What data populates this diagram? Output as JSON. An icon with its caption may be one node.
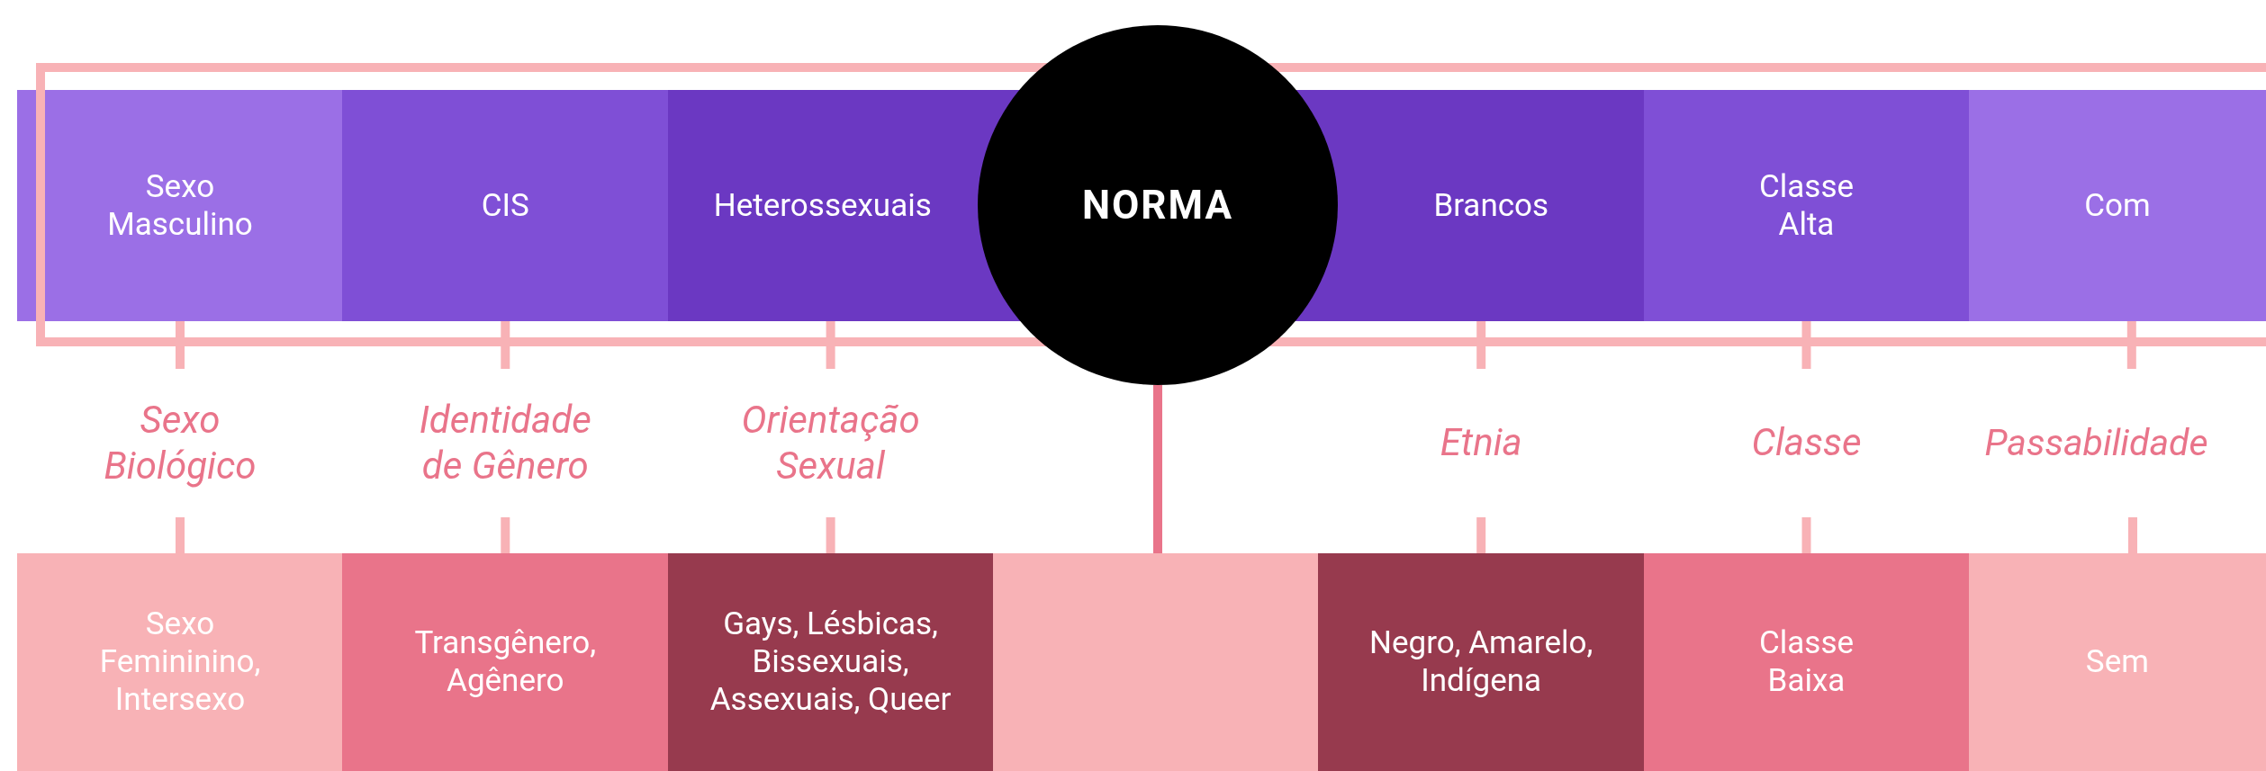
{
  "diagram": {
    "nodes": [
      {
        "text": [
          "Sexo Masculino"
        ]
      },
      {
        "text": [
          "CIS"
        ]
      },
      {
        "text": [
          "Heterossexuais"
        ]
      },
      {
        "text": [
          "NORMA"
        ]
      },
      {
        "text": [
          "Brancos"
        ]
      },
      {
        "text": [
          "Classe Alta"
        ]
      },
      {
        "text": [
          "Com"
        ]
      },
      {
        "text": [
          "Sexo Biológico"
        ]
      },
      {
        "text": [
          "Identidade de Gênero"
        ]
      },
      {
        "text": [
          "Orientação Sexual"
        ]
      },
      {
        "text": [
          "Etnia"
        ]
      },
      {
        "text": [
          "Classe"
        ]
      },
      {
        "text": [
          "Passabilidade"
        ]
      },
      {
        "text": [
          "Sexo Femininino, Intersexo"
        ]
      },
      {
        "text": [
          "Transgênero, Agênero"
        ]
      },
      {
        "text": [
          "Gays, Lésbicas, Bissexuais, Assexuais, Queer"
        ]
      },
      {
        "text": [],
        "shape": "box"
      },
      {
        "text": [
          "Negro, Amarelo, Indígena"
        ]
      },
      {
        "text": [
          "Classe Baixa"
        ]
      },
      {
        "text": [
          "Sem"
        ]
      }
    ],
    "edges": [
      {
        "from": 0,
        "to": 7,
        "arrow": "none"
      },
      {
        "from": 7,
        "to": 13,
        "arrow": "none"
      },
      {
        "from": 1,
        "to": 8,
        "arrow": "none"
      },
      {
        "from": 8,
        "to": 14,
        "arrow": "none"
      },
      {
        "from": 2,
        "to": 9,
        "arrow": "none"
      },
      {
        "from": 9,
        "to": 15,
        "arrow": "none"
      },
      {
        "from": 3,
        "to": 16,
        "arrow": "none",
        "color": "#e9748a"
      },
      {
        "from": 4,
        "to": 10,
        "arrow": "none"
      },
      {
        "from": 10,
        "to": 17,
        "arrow": "none"
      },
      {
        "from": 5,
        "to": 11,
        "arrow": "none"
      },
      {
        "from": 11,
        "to": 18,
        "arrow": "none"
      },
      {
        "from": 6,
        "to": 12,
        "arrow": "none"
      },
      {
        "from": 12,
        "to": 19,
        "arrow": "none"
      }
    ]
  }
}
